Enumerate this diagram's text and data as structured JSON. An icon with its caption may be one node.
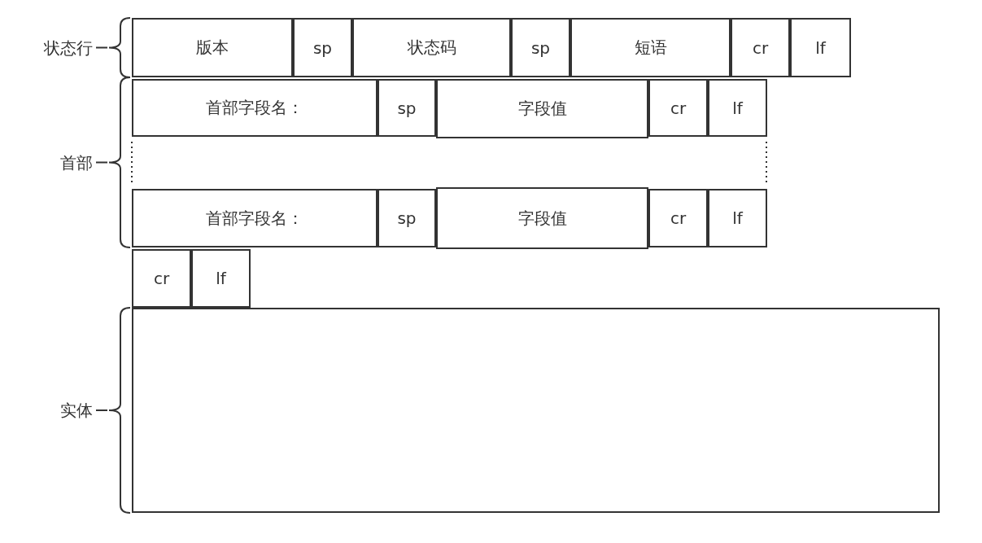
{
  "diagram": {
    "nodes": [
      {
        "text": [
          "版本"
        ]
      },
      {
        "text": [
          "sp"
        ]
      },
      {
        "text": [
          "状态码"
        ]
      },
      {
        "text": [
          "sp"
        ]
      },
      {
        "text": [
          "短语"
        ]
      },
      {
        "text": [
          "cr"
        ]
      },
      {
        "text": [
          "lf"
        ]
      },
      {
        "text": [
          "首部字段名："
        ]
      },
      {
        "text": [
          "sp"
        ]
      },
      {
        "text": [
          "字段值"
        ]
      },
      {
        "text": [
          "cr"
        ]
      },
      {
        "text": [
          "lf"
        ]
      },
      {
        "text": [
          "首部字段名："
        ]
      },
      {
        "text": [
          "sp"
        ]
      },
      {
        "text": [
          "字段值"
        ]
      },
      {
        "text": [
          "cr"
        ]
      },
      {
        "text": [
          "lf"
        ]
      },
      {
        "text": [
          "cr"
        ]
      },
      {
        "text": [
          "lf"
        ]
      },
      {
        "text": [],
        "shape": "box"
      }
    ],
    "edges": [],
    "labels": [
      "状态行",
      "首部",
      "实体"
    ]
  }
}
